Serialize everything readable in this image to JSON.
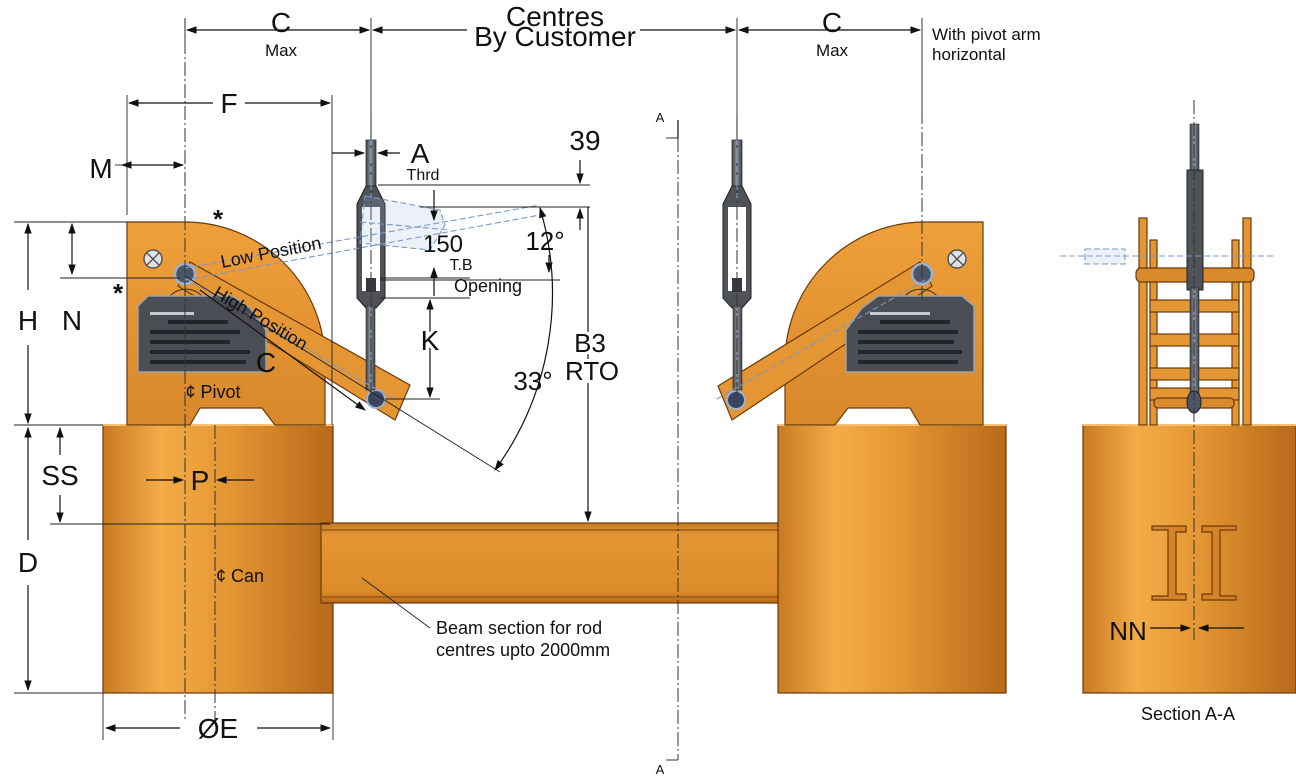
{
  "colors": {
    "orange_light": "#F0A23B",
    "orange_mid": "#DC8B2A",
    "orange_dark": "#B8691A",
    "rod": "#55595e",
    "plate": "#4a4e54",
    "line": "#111111",
    "hidden": "#7a98c8"
  },
  "labels": {
    "c_max_left": "C",
    "max_left": "Max",
    "centres": "Centres",
    "by_customer": "By Customer",
    "c_max_right": "C",
    "max_right": "Max",
    "pivot_note_1": "With pivot arm",
    "pivot_note_2": "horizontal",
    "f": "F",
    "m": "M",
    "a": "A",
    "thrd": "Thrd",
    "dim_39": "39",
    "star_top": "*",
    "star_left": "*",
    "low_position": "Low Position",
    "high_position": "High Position",
    "dim_150": "150",
    "tb": "T.B",
    "opening": "Opening",
    "angle_12": "12°",
    "h": "H",
    "n": "N",
    "c_radius": "C",
    "k": "K",
    "b3": "B3",
    "rto": "RTO",
    "angle_33": "33°",
    "pivot_cl": "¢ Pivot",
    "ss": "SS",
    "p": "P",
    "d": "D",
    "can_cl": "¢ Can",
    "beam_note_1": "Beam section for rod",
    "beam_note_2": "centres upto 2000mm",
    "oe": "ØE",
    "section_a_top": "A",
    "section_a_bottom": "A",
    "nn": "NN",
    "section_title": "Section A-A"
  }
}
